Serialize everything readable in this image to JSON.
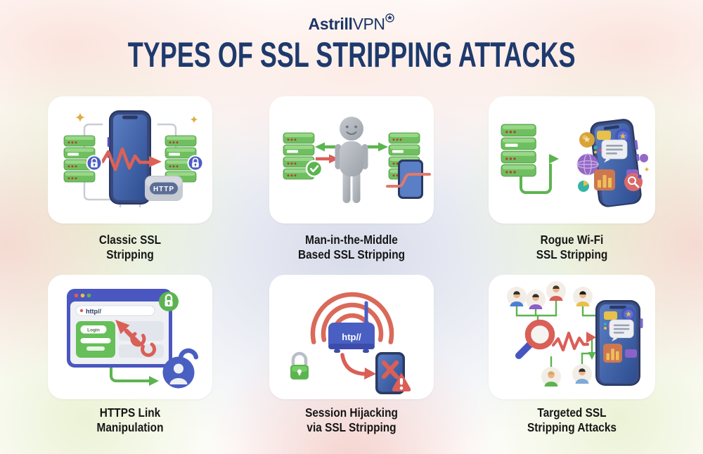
{
  "brand": {
    "logo_bold": "Astrill",
    "logo_light": "VPN"
  },
  "title": "TYPES OF SSL STRIPPING ATTACKS",
  "cards": [
    {
      "label1": "Classic SSL",
      "label2": "Stripping",
      "http_badge": "HTTP"
    },
    {
      "label1": "Man-in-the-Middle",
      "label2": "Based SSL Stripping"
    },
    {
      "label1": "Rogue Wi-Fi",
      "label2": "SSL Stripping"
    },
    {
      "label1": "HTTPS Link",
      "label2": "Manipulation",
      "address_text": "http//",
      "login_button": "Login"
    },
    {
      "label1": "Session Hijacking",
      "label2": "via SSL Stripping",
      "router_text": "htp//"
    },
    {
      "label1": "Targeted SSL",
      "label2": "Stripping Attacks"
    }
  ],
  "colors": {
    "navy_title": "#1e3a6d",
    "label_black": "#161616",
    "card_white": "#ffffff",
    "coral_red": "#d95f57",
    "green": "#5cb450",
    "server_green": "#6fbf60",
    "blue_badge": "#4a5fc2",
    "phone_navy": "#2b3a64",
    "screen_blue": "#3d5da8",
    "gold": "#e8c04a",
    "grey_person": "#a9aeb6",
    "bg_lavender": "#d8dcea",
    "bg_pink": "#f5d2cd",
    "bg_green": "#e4efcc"
  }
}
